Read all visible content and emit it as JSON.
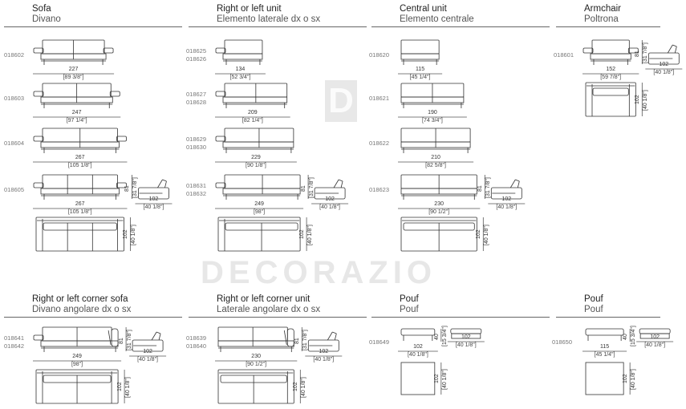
{
  "watermark": "DECORAZIO",
  "sections": [
    {
      "title": "Sofa",
      "subtitle": "Divano",
      "items": [
        {
          "codes": [
            "018602"
          ],
          "w": "227",
          "w_in": "[89 3/8\"]"
        },
        {
          "codes": [
            "018603"
          ],
          "w": "247",
          "w_in": "[97 1/4\"]"
        },
        {
          "codes": [
            "018604"
          ],
          "w": "267",
          "w_in": "[105 1/8\"]"
        },
        {
          "codes": [
            "018605"
          ],
          "w": "267",
          "w_in": "[105 1/8\"]"
        }
      ],
      "side": {
        "h": "81",
        "h_in": "[31 7/8\"]",
        "d": "102",
        "d_in": "[40 1/8\"]"
      },
      "plan": {
        "d": "102",
        "d_in": "[40 1/8\"]"
      }
    },
    {
      "title": "Right or left unit",
      "subtitle": "Elemento laterale dx o sx",
      "items": [
        {
          "codes": [
            "018625",
            "018626"
          ],
          "w": "134",
          "w_in": "[52 3/4\"]"
        },
        {
          "codes": [
            "018627",
            "018628"
          ],
          "w": "209",
          "w_in": "[82 1/4\"]"
        },
        {
          "codes": [
            "018629",
            "018630"
          ],
          "w": "229",
          "w_in": "[90 1/8\"]"
        },
        {
          "codes": [
            "018631",
            "018632"
          ],
          "w": "249",
          "w_in": "[98\"]"
        }
      ],
      "side": {
        "h": "81",
        "h_in": "[31 7/8\"]",
        "d": "102",
        "d_in": "[40 1/8\"]"
      },
      "plan": {
        "d": "102",
        "d_in": "[40 1/8\"]"
      }
    },
    {
      "title": "Central unit",
      "subtitle": "Elemento centrale",
      "items": [
        {
          "codes": [
            "018620"
          ],
          "w": "115",
          "w_in": "[45 1/4\"]"
        },
        {
          "codes": [
            "018621"
          ],
          "w": "190",
          "w_in": "[74 3/4\"]"
        },
        {
          "codes": [
            "018622"
          ],
          "w": "210",
          "w_in": "[82 5/8\"]"
        },
        {
          "codes": [
            "018623"
          ],
          "w": "230",
          "w_in": "[90 1/2\"]"
        }
      ],
      "side": {
        "h": "81",
        "h_in": "[31 7/8\"]",
        "d": "102",
        "d_in": "[40 1/8\"]"
      },
      "plan": {
        "d": "102",
        "d_in": "[40 1/8\"]"
      }
    },
    {
      "title": "Armchair",
      "subtitle": "Poltrona",
      "items": [
        {
          "codes": [
            "018601"
          ],
          "w": "152",
          "w_in": "[59 7/8\"]"
        }
      ],
      "side": {
        "h": "81",
        "h_in": "[31 7/8\"]",
        "d": "102",
        "d_in": "[40 1/8\"]"
      },
      "plan": {
        "d": "102",
        "d_in": "[40 1/8\"]"
      }
    },
    {
      "title": "Right or left corner sofa",
      "subtitle": "Divano angolare dx o sx",
      "items": [
        {
          "codes": [
            "018641",
            "018642"
          ],
          "w": "249",
          "w_in": "[98\"]"
        }
      ],
      "side": {
        "h": "81",
        "h_in": "[31 7/8\"]",
        "d": "102",
        "d_in": "[40 1/8\"]"
      },
      "plan": {
        "d": "102",
        "d_in": "[40 1/8\"]"
      }
    },
    {
      "title": "Right or left corner unit",
      "subtitle": "Laterale angolare dx o sx",
      "items": [
        {
          "codes": [
            "018639",
            "018640"
          ],
          "w": "230",
          "w_in": "[90 1/2\"]"
        }
      ],
      "side": {
        "h": "81",
        "h_in": "[31 7/8\"]",
        "d": "102",
        "d_in": "[40 1/8\"]"
      },
      "plan": {
        "d": "102",
        "d_in": "[40 1/8\"]"
      }
    },
    {
      "title": "Pouf",
      "subtitle": "Pouf",
      "items": [
        {
          "codes": [
            "018649"
          ],
          "w": "102",
          "w_in": "[40 1/8\"]"
        }
      ],
      "side": {
        "h": "40",
        "h_in": "[15 3/4\"]",
        "d": "102",
        "d_in": "[40 1/8\"]"
      },
      "plan": {
        "d": "102",
        "d_in": "[40 1/8\"]"
      }
    },
    {
      "title": "Pouf",
      "subtitle": "Pouf",
      "items": [
        {
          "codes": [
            "018650"
          ],
          "w": "115",
          "w_in": "[45 1/4\"]"
        }
      ],
      "side": {
        "h": "40",
        "h_in": "[15 3/4\"]",
        "d": "102",
        "d_in": "[40 1/8\"]"
      },
      "plan": {
        "d": "102",
        "d_in": "[40 1/8\"]"
      }
    }
  ]
}
